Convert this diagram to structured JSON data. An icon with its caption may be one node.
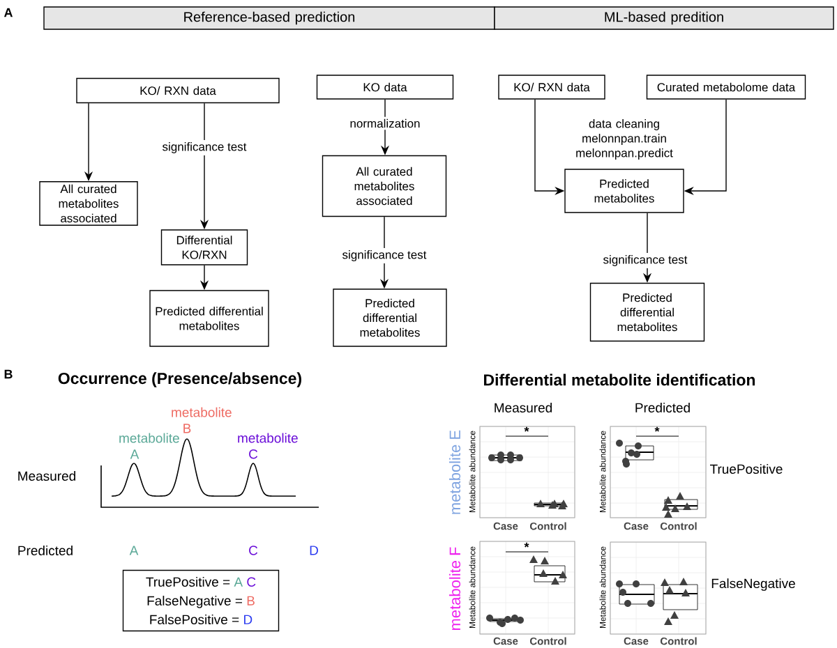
{
  "diagram": {
    "nodes": [
      {
        "text": [
          "Reference-based prediction"
        ]
      },
      {
        "text": [
          "ML-based predition"
        ]
      },
      {
        "text": [
          "KO/ RXN data"
        ]
      },
      {
        "text": [
          "All curated metabolites associated"
        ]
      },
      {
        "text": [
          "Differential KO/RXN"
        ]
      },
      {
        "text": [
          "Predicted differential metabolites"
        ]
      },
      {
        "text": [
          "KO data"
        ]
      },
      {
        "text": [
          "All curated metabolites associated"
        ]
      },
      {
        "text": [
          "Predicted differential metabolites"
        ]
      },
      {
        "text": [
          "KO/ RXN data"
        ]
      },
      {
        "text": [
          "Curated metabolome data"
        ]
      },
      {
        "text": [
          "Predicted metabolites"
        ]
      },
      {
        "text": [
          "Predicted differential metabolites"
        ]
      },
      {
        "text": [
          "TruePositive =",
          "A",
          "C",
          "FalseNegative =",
          "B",
          "FalsePositive =",
          "D"
        ]
      }
    ],
    "edges": [
      {
        "from": 2,
        "to": 3,
        "arrow": "to"
      },
      {
        "from": 2,
        "to": 4,
        "arrow": "to",
        "label": "significance test"
      },
      {
        "from": 4,
        "to": 5,
        "arrow": "to"
      },
      {
        "from": 6,
        "to": 7,
        "arrow": "to",
        "label": "normalization"
      },
      {
        "from": 7,
        "to": 8,
        "arrow": "to",
        "label": "significance test"
      },
      {
        "from": 9,
        "to": 11,
        "arrow": "to"
      },
      {
        "from": 10,
        "to": 11,
        "arrow": "to"
      },
      {
        "from": 11,
        "to": 12,
        "arrow": "to",
        "label": "significance test"
      }
    ],
    "labels": [
      "A",
      "data cleaning melonnpan.train melonnpan.predict",
      "B",
      "Occurrence (Presence/absence)",
      "Differential metabolite identification",
      "metabolite B",
      "Measured",
      "Predicted",
      "metabolite A",
      "metabolite C",
      "Measured",
      "Predicted",
      "A",
      "C",
      "D",
      "metabolite E",
      "*",
      "Metabolite abundance",
      "Case",
      "Control",
      "*",
      "Metabolite abundance",
      "Case",
      "Control",
      "TruePositive",
      "metabolite F",
      "*",
      "Metabolite abundance",
      "Case",
      "Control",
      "Metabolite abundance",
      "Case",
      "Control",
      "FalseNegative"
    ]
  }
}
